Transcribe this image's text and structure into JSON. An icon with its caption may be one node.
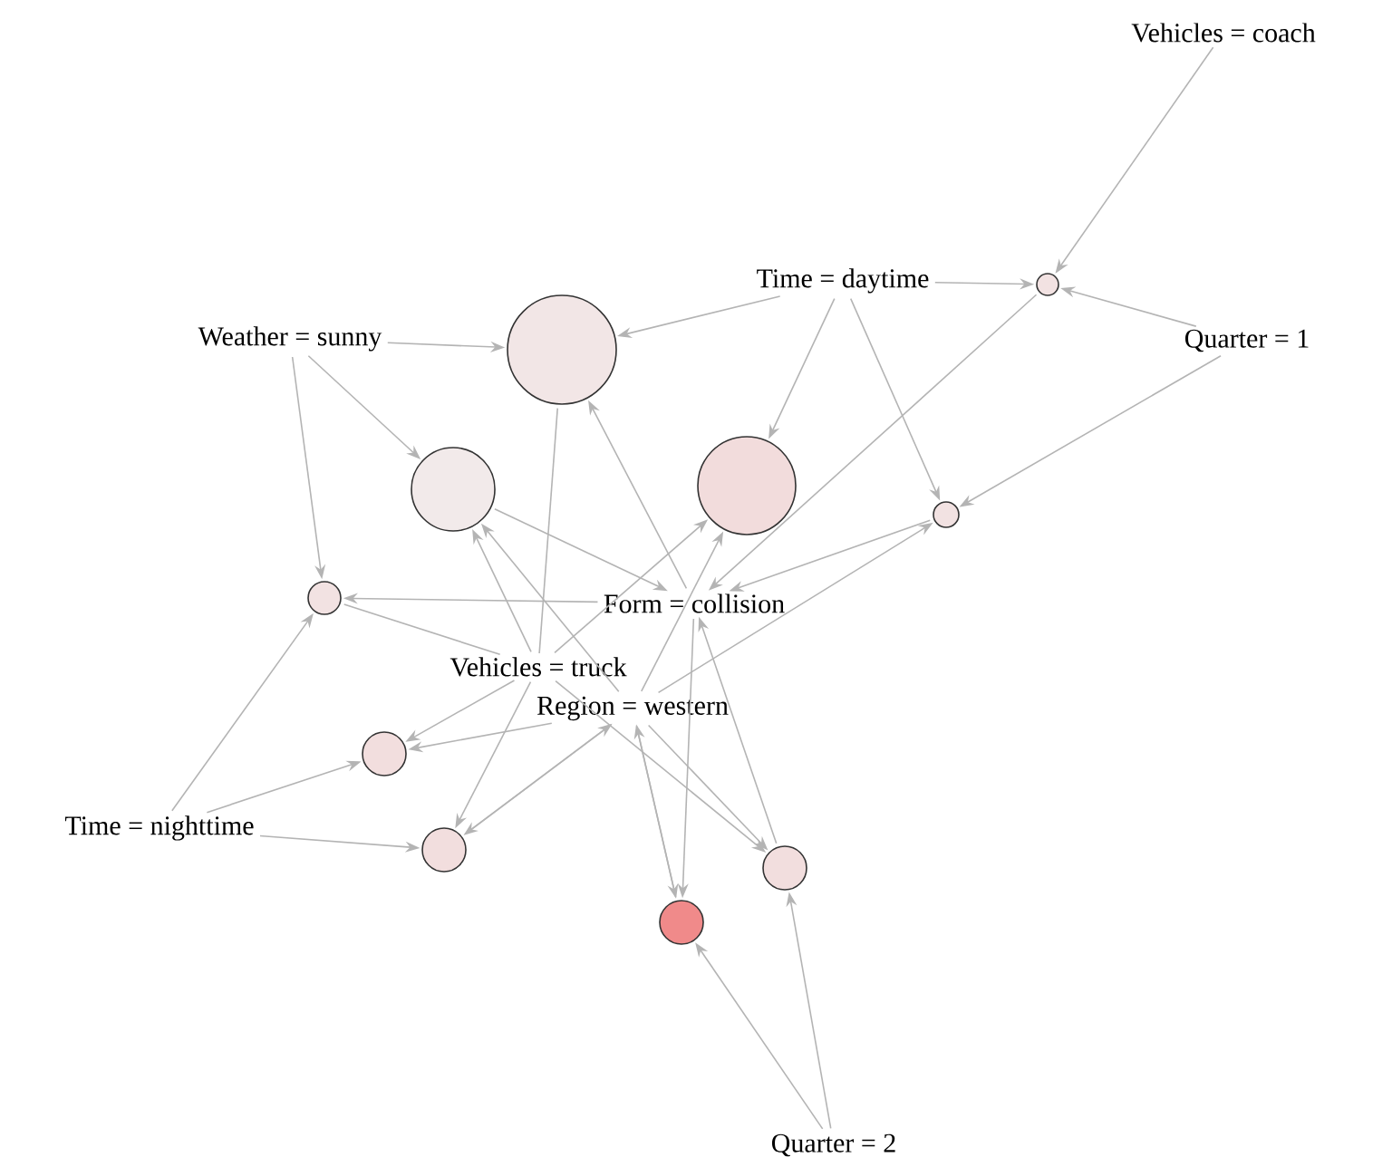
{
  "diagram": {
    "nodes": [
      {
        "text": [
          "Vehicles = coach"
        ]
      },
      {
        "text": [
          "Time = daytime"
        ]
      },
      {
        "text": [
          "Weather = sunny"
        ]
      },
      {
        "text": [
          "Quarter = 1"
        ]
      },
      {
        "text": [
          "Form = collision"
        ]
      },
      {
        "text": [
          "Vehicles = truck"
        ]
      },
      {
        "text": [
          "Region = western"
        ]
      },
      {
        "text": [
          "Time = nighttime"
        ]
      },
      {
        "text": [
          "Quarter = 2"
        ]
      },
      {
        "text": [],
        "shape": "circle"
      },
      {
        "text": [],
        "shape": "circle"
      },
      {
        "text": [],
        "shape": "circle"
      },
      {
        "text": [],
        "shape": "circle"
      },
      {
        "text": [],
        "shape": "circle"
      },
      {
        "text": [],
        "shape": "circle"
      },
      {
        "text": [],
        "shape": "circle"
      },
      {
        "text": [],
        "shape": "circle"
      },
      {
        "text": [],
        "shape": "circle"
      },
      {
        "text": [],
        "shape": "circle"
      }
    ],
    "edges": [
      {
        "from": 0,
        "to": 10,
        "arrow": "to"
      },
      {
        "from": 1,
        "to": 9,
        "arrow": "to"
      },
      {
        "from": 1,
        "to": 10,
        "arrow": "to"
      },
      {
        "from": 1,
        "to": 12,
        "arrow": "to"
      },
      {
        "from": 1,
        "to": 13,
        "arrow": "to"
      },
      {
        "from": 3,
        "to": 10,
        "arrow": "to"
      },
      {
        "from": 3,
        "to": 13,
        "arrow": "to"
      },
      {
        "from": 2,
        "to": 9,
        "arrow": "to"
      },
      {
        "from": 2,
        "to": 11,
        "arrow": "to"
      },
      {
        "from": 2,
        "to": 14,
        "arrow": "to"
      },
      {
        "from": 9,
        "to": 5,
        "arrow": "none"
      },
      {
        "from": 4,
        "to": 9,
        "arrow": "to"
      },
      {
        "from": 11,
        "to": 4,
        "arrow": "to"
      },
      {
        "from": 5,
        "to": 11,
        "arrow": "to"
      },
      {
        "from": 6,
        "to": 11,
        "arrow": "to"
      },
      {
        "from": 5,
        "to": 12,
        "arrow": "to"
      },
      {
        "from": 6,
        "to": 12,
        "arrow": "to"
      },
      {
        "from": 10,
        "to": 4,
        "arrow": "to"
      },
      {
        "from": 13,
        "to": 4,
        "arrow": "to"
      },
      {
        "from": 6,
        "to": 13,
        "arrow": "to"
      },
      {
        "from": 4,
        "to": 14,
        "arrow": "to"
      },
      {
        "from": 14,
        "to": 5,
        "arrow": "none"
      },
      {
        "from": 7,
        "to": 14,
        "arrow": "to"
      },
      {
        "from": 7,
        "to": 15,
        "arrow": "to"
      },
      {
        "from": 7,
        "to": 16,
        "arrow": "to"
      },
      {
        "from": 6,
        "to": 15,
        "arrow": "to"
      },
      {
        "from": 5,
        "to": 15,
        "arrow": "to"
      },
      {
        "from": 5,
        "to": 16,
        "arrow": "to"
      },
      {
        "from": 6,
        "to": 16,
        "arrow": "to"
      },
      {
        "from": 16,
        "to": 6,
        "arrow": "to"
      },
      {
        "from": 6,
        "to": 17,
        "arrow": "to"
      },
      {
        "from": 5,
        "to": 17,
        "arrow": "to"
      },
      {
        "from": 17,
        "to": 4,
        "arrow": "to"
      },
      {
        "from": 6,
        "to": 18,
        "arrow": "to"
      },
      {
        "from": 4,
        "to": 18,
        "arrow": "to"
      },
      {
        "from": 18,
        "to": 6,
        "arrow": "to"
      },
      {
        "from": 8,
        "to": 18,
        "arrow": "to"
      },
      {
        "from": 8,
        "to": 17,
        "arrow": "to"
      }
    ]
  }
}
